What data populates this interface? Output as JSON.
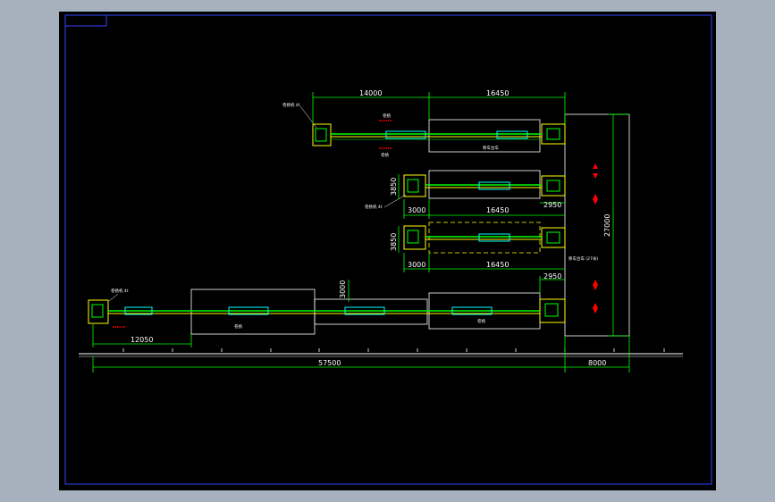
{
  "drawing": {
    "background_color": "#a7b0bd",
    "canvas_color": "#000000",
    "border_color": "#3344ff",
    "line_color": "#00ff00",
    "beam_color": "#ffff00",
    "accent_color": "#00ffff",
    "marker_color": "#ff0000",
    "outline_color": "#ffffff"
  },
  "dimensions": {
    "top_left": "14000",
    "top_right": "16450",
    "mid_upper_width": "16450",
    "mid_upper_left": "3000",
    "mid_upper_right": "2950",
    "mid_upper_height": "3850",
    "mid_lower_width": "16450",
    "mid_lower_left": "3000",
    "mid_lower_right": "2950",
    "mid_lower_height": "3850",
    "bottom_gap": "3000",
    "bottom_left": "12050",
    "overall": "57500",
    "right_width": "8000",
    "right_height": "27000"
  }
}
